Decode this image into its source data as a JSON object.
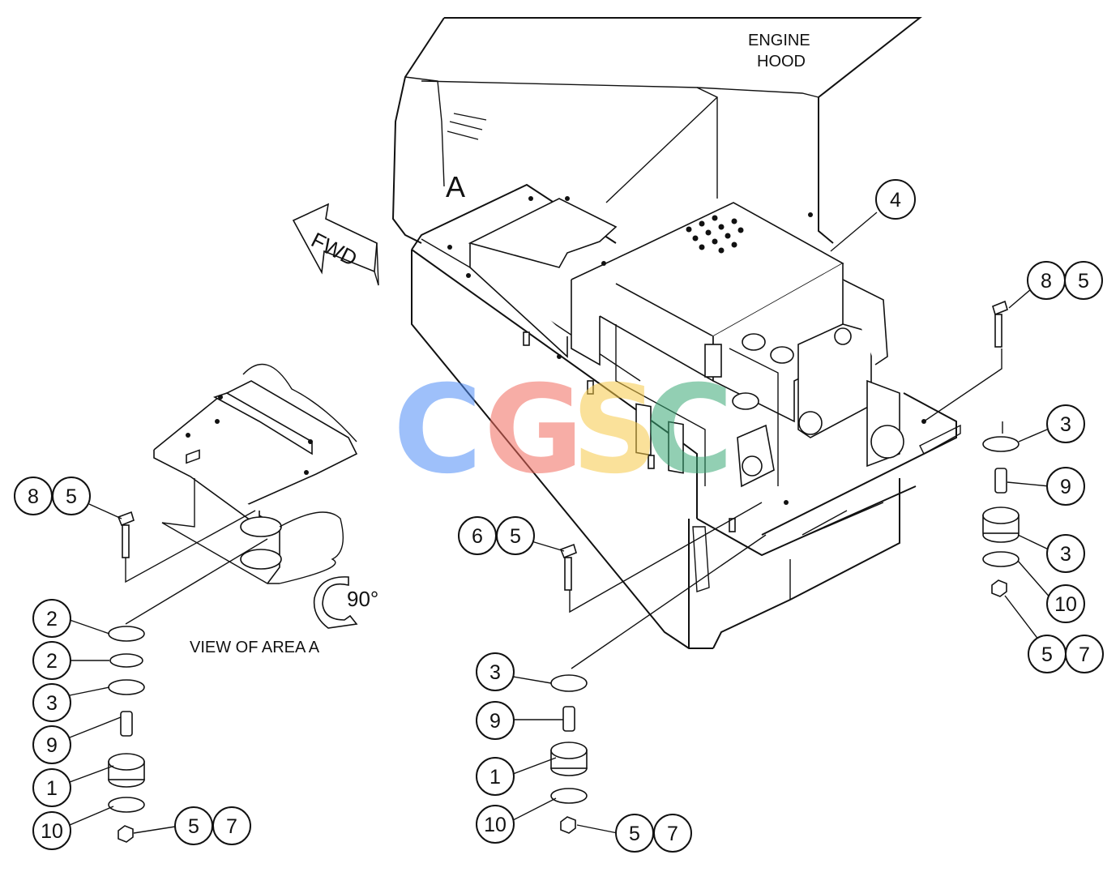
{
  "labels": {
    "engine_hood_line1": "ENGINE",
    "engine_hood_line2": "HOOD",
    "area_letter": "A",
    "fwd": "FWD",
    "rotation": "90°",
    "view_caption": "VIEW OF AREA A"
  },
  "watermark": {
    "letters": [
      "C",
      "G",
      "S",
      "C"
    ],
    "colors": [
      "#4f8ef7",
      "#f26b5e",
      "#f7c948",
      "#3aa876"
    ]
  },
  "callouts": {
    "c4": "4",
    "rr_bolt_a": "8",
    "rr_bolt_b": "5",
    "rr_washer": "3",
    "rr_spacer": "9",
    "rr_mount": "3",
    "rr_plate": "10",
    "rr_nut_a": "5",
    "rr_nut_b": "7",
    "lf_bolt_a": "8",
    "lf_bolt_b": "5",
    "lf_w1": "2",
    "lf_w2": "2",
    "lf_w3": "3",
    "lf_spacer": "9",
    "lf_mount": "1",
    "lf_plate": "10",
    "lf_nut_a": "5",
    "lf_nut_b": "7",
    "cf_bolt_a": "6",
    "cf_bolt_b": "5",
    "cf_washer": "3",
    "cf_spacer": "9",
    "cf_mount": "1",
    "cf_plate": "10",
    "cf_nut_a": "5",
    "cf_nut_b": "7"
  }
}
